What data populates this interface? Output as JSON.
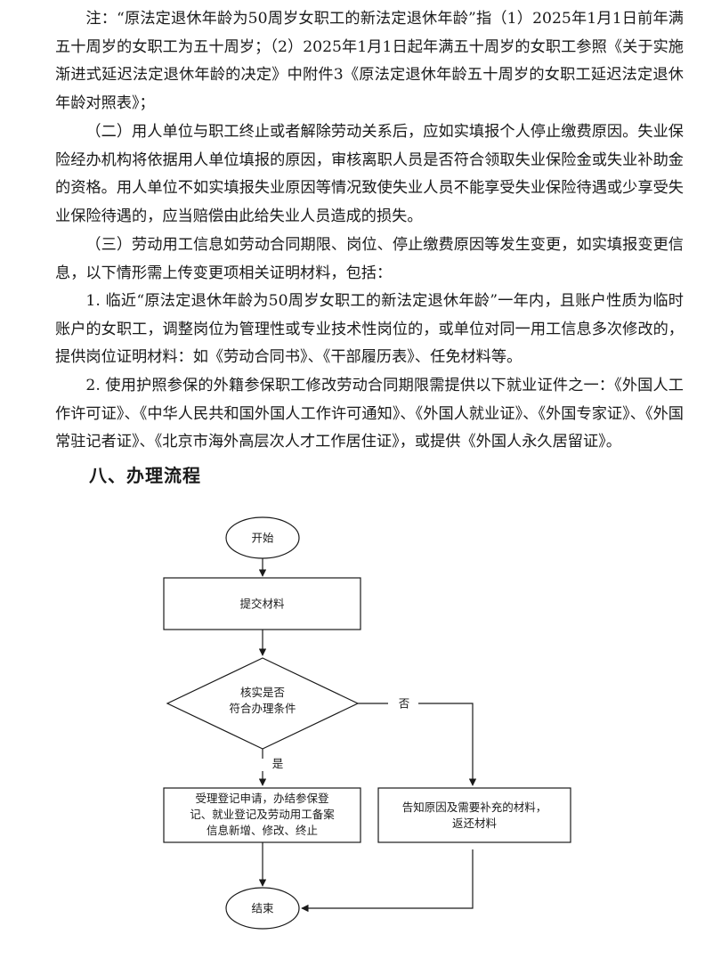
{
  "paragraphs": [
    "注：“原法定退休年龄为50周岁女职工的新法定退休年龄”指（1）2025年1月1日前年满五十周岁的女职工为五十周岁；（2）2025年1月1日起年满五十周岁的女职工参照《关于实施渐进式延迟法定退休年龄的决定》中附件3《原法定退休年龄五十周岁的女职工延迟法定退休年龄对照表》；",
    "（二）用人单位与职工终止或者解除劳动关系后，应如实填报个人停止缴费原因。失业保险经办机构将依据用人单位填报的原因，审核离职人员是否符合领取失业保险金或失业补助金的资格。用人单位不如实填报失业原因等情况致使失业人员不能享受失业保险待遇或少享受失业保险待遇的，应当赔偿由此给失业人员造成的损失。",
    "（三）劳动用工信息如劳动合同期限、岗位、停止缴费原因等发生变更，如实填报变更信息，以下情形需上传变更项相关证明材料，包括：",
    "1. 临近“原法定退休年龄为50周岁女职工的新法定退休年龄”一年内，且账户性质为临时账户的女职工，调整岗位为管理性或专业技术性岗位的，或单位对同一用工信息多次修改的，提供岗位证明材料：如《劳动合同书》、《干部履历表》、任免材料等。",
    "2. 使用护照参保的外籍参保职工修改劳动合同期限需提供以下就业证件之一：《外国人工作许可证》、《中华人民共和国外国人工作许可通知》、《外国人就业证》、《外国专家证》、《外国常驻记者证》、《北京市海外高层次人才工作居住证》，或提供《外国人永久居留证》。"
  ],
  "section_heading": "八、办理流程",
  "flowchart": {
    "start": "开始",
    "submit": "提交材料",
    "decision_line1": "核实是否",
    "decision_line2": "符合办理条件",
    "yes_label": "是",
    "no_label": "否",
    "accept_line1": "受理登记申请，办结参保登",
    "accept_line2": "记、就业登记及劳动用工备案",
    "accept_line3": "信息新增、修改、终止",
    "reject_line1": "告知原因及需要补充的材料，",
    "reject_line2": "返还材料",
    "end": "结束"
  }
}
